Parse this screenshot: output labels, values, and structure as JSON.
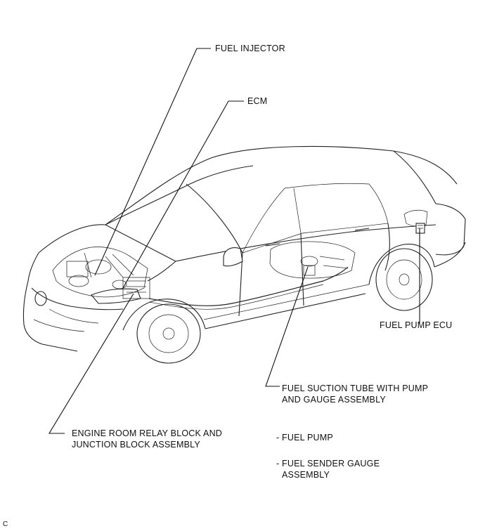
{
  "labels": {
    "fuel_injector": "FUEL INJECTOR",
    "ecm": "ECM",
    "fuel_pump_ecu": "FUEL PUMP ECU",
    "suction_tube_line1": "FUEL SUCTION TUBE WITH PUMP",
    "suction_tube_line2": "AND GAUGE ASSEMBLY",
    "relay_block_line1": "ENGINE ROOM RELAY BLOCK AND",
    "relay_block_line2": "JUNCTION BLOCK ASSEMBLY",
    "sub_fuel_pump": "- FUEL PUMP",
    "sub_sender_line1": "- FUEL SENDER GAUGE",
    "sub_sender_line2": "ASSEMBLY",
    "corner_code": "C"
  }
}
